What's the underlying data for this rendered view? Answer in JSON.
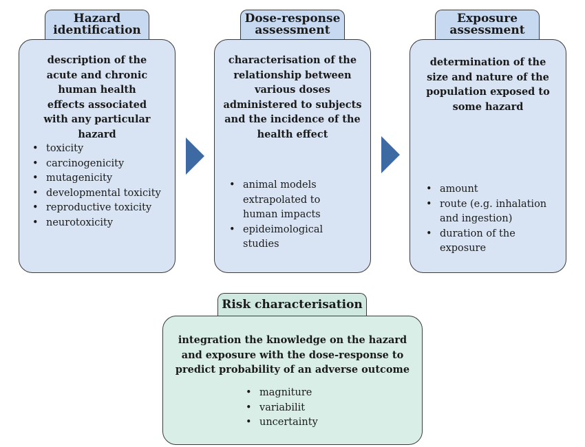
{
  "stages": [
    {
      "title_line1": "Hazard",
      "title_line2": "identification",
      "description": "description of the acute and chronic human health effects associated with any particular hazard",
      "bullets": [
        "toxicity",
        "carcinogenicity",
        "mutagenicity",
        "developmental toxicity",
        "reproductive toxicity",
        "neurotoxicity"
      ]
    },
    {
      "title_line1": "Dose-response",
      "title_line2": "assessment",
      "description": "characterisation of the relationship between various doses administered to subjects and the incidence of the health effect",
      "bullets": [
        "animal models extrapolated to human impacts",
        "epideimological studies"
      ]
    },
    {
      "title_line1": "Exposure",
      "title_line2": "assessment",
      "description": "determination of the size and nature of the population exposed to some hazard",
      "bullets": [
        "amount",
        "route (e.g. inhalation and ingestion)",
        "duration of the exposure"
      ]
    }
  ],
  "risk": {
    "title": "Risk characterisation",
    "description": "integration the knowledge on the hazard and exposure with the dose-response to predict probability of an adverse outcome",
    "bullets": [
      "magniture",
      "variabilit",
      "uncertainty"
    ]
  },
  "colors": {
    "stage_fill": "#d8e4f3",
    "stage_tab": "#c6d9f1",
    "risk_fill": "#d9eee6",
    "risk_tab": "#cfe9e0",
    "arrow": "#3e6aa3"
  }
}
